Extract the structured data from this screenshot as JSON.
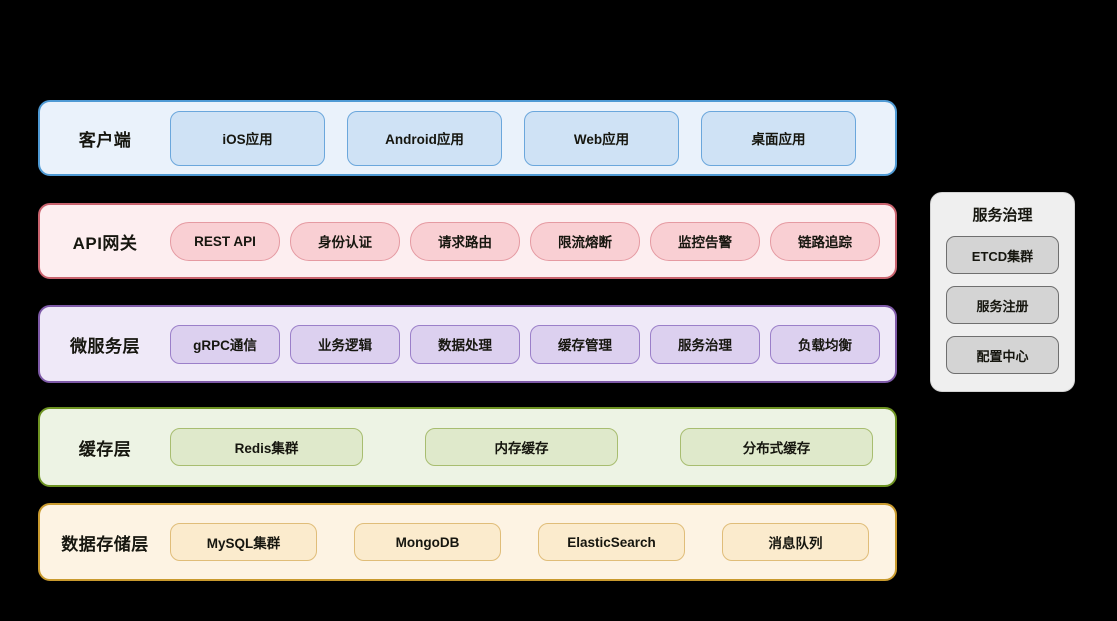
{
  "diagram": {
    "background": "#000000",
    "layers": [
      {
        "id": "client",
        "label": "客户端",
        "fill": "#eaf2fb",
        "border": "#4f9ad4",
        "items": [
          {
            "label": "iOS应用"
          },
          {
            "label": "Android应用"
          },
          {
            "label": "Web应用"
          },
          {
            "label": "桌面应用"
          }
        ]
      },
      {
        "id": "api",
        "label": "API网关",
        "fill": "#fdeef0",
        "border": "#c9636e",
        "items": [
          {
            "label": "REST API"
          },
          {
            "label": "身份认证"
          },
          {
            "label": "请求路由"
          },
          {
            "label": "限流熔断"
          },
          {
            "label": "监控告警"
          },
          {
            "label": "链路追踪"
          }
        ]
      },
      {
        "id": "micro",
        "label": "微服务层",
        "fill": "#efe9f8",
        "border": "#7e5aa8",
        "items": [
          {
            "label": "gRPC通信"
          },
          {
            "label": "业务逻辑"
          },
          {
            "label": "数据处理"
          },
          {
            "label": "缓存管理"
          },
          {
            "label": "服务治理"
          },
          {
            "label": "负载均衡"
          }
        ]
      },
      {
        "id": "cache",
        "label": "缓存层",
        "fill": "#edf3e4",
        "border": "#6e9322",
        "items": [
          {
            "label": "Redis集群"
          },
          {
            "label": "内存缓存"
          },
          {
            "label": "分布式缓存"
          }
        ]
      },
      {
        "id": "data",
        "label": "数据存储层",
        "fill": "#fdf3e3",
        "border": "#c99a2e",
        "items": [
          {
            "label": "MySQL集群"
          },
          {
            "label": "MongoDB"
          },
          {
            "label": "ElasticSearch"
          },
          {
            "label": "消息队列"
          }
        ]
      }
    ],
    "side_panel": {
      "title": "服务治理",
      "fill": "#efefef",
      "items": [
        {
          "label": "ETCD集群"
        },
        {
          "label": "服务注册"
        },
        {
          "label": "配置中心"
        }
      ]
    }
  }
}
